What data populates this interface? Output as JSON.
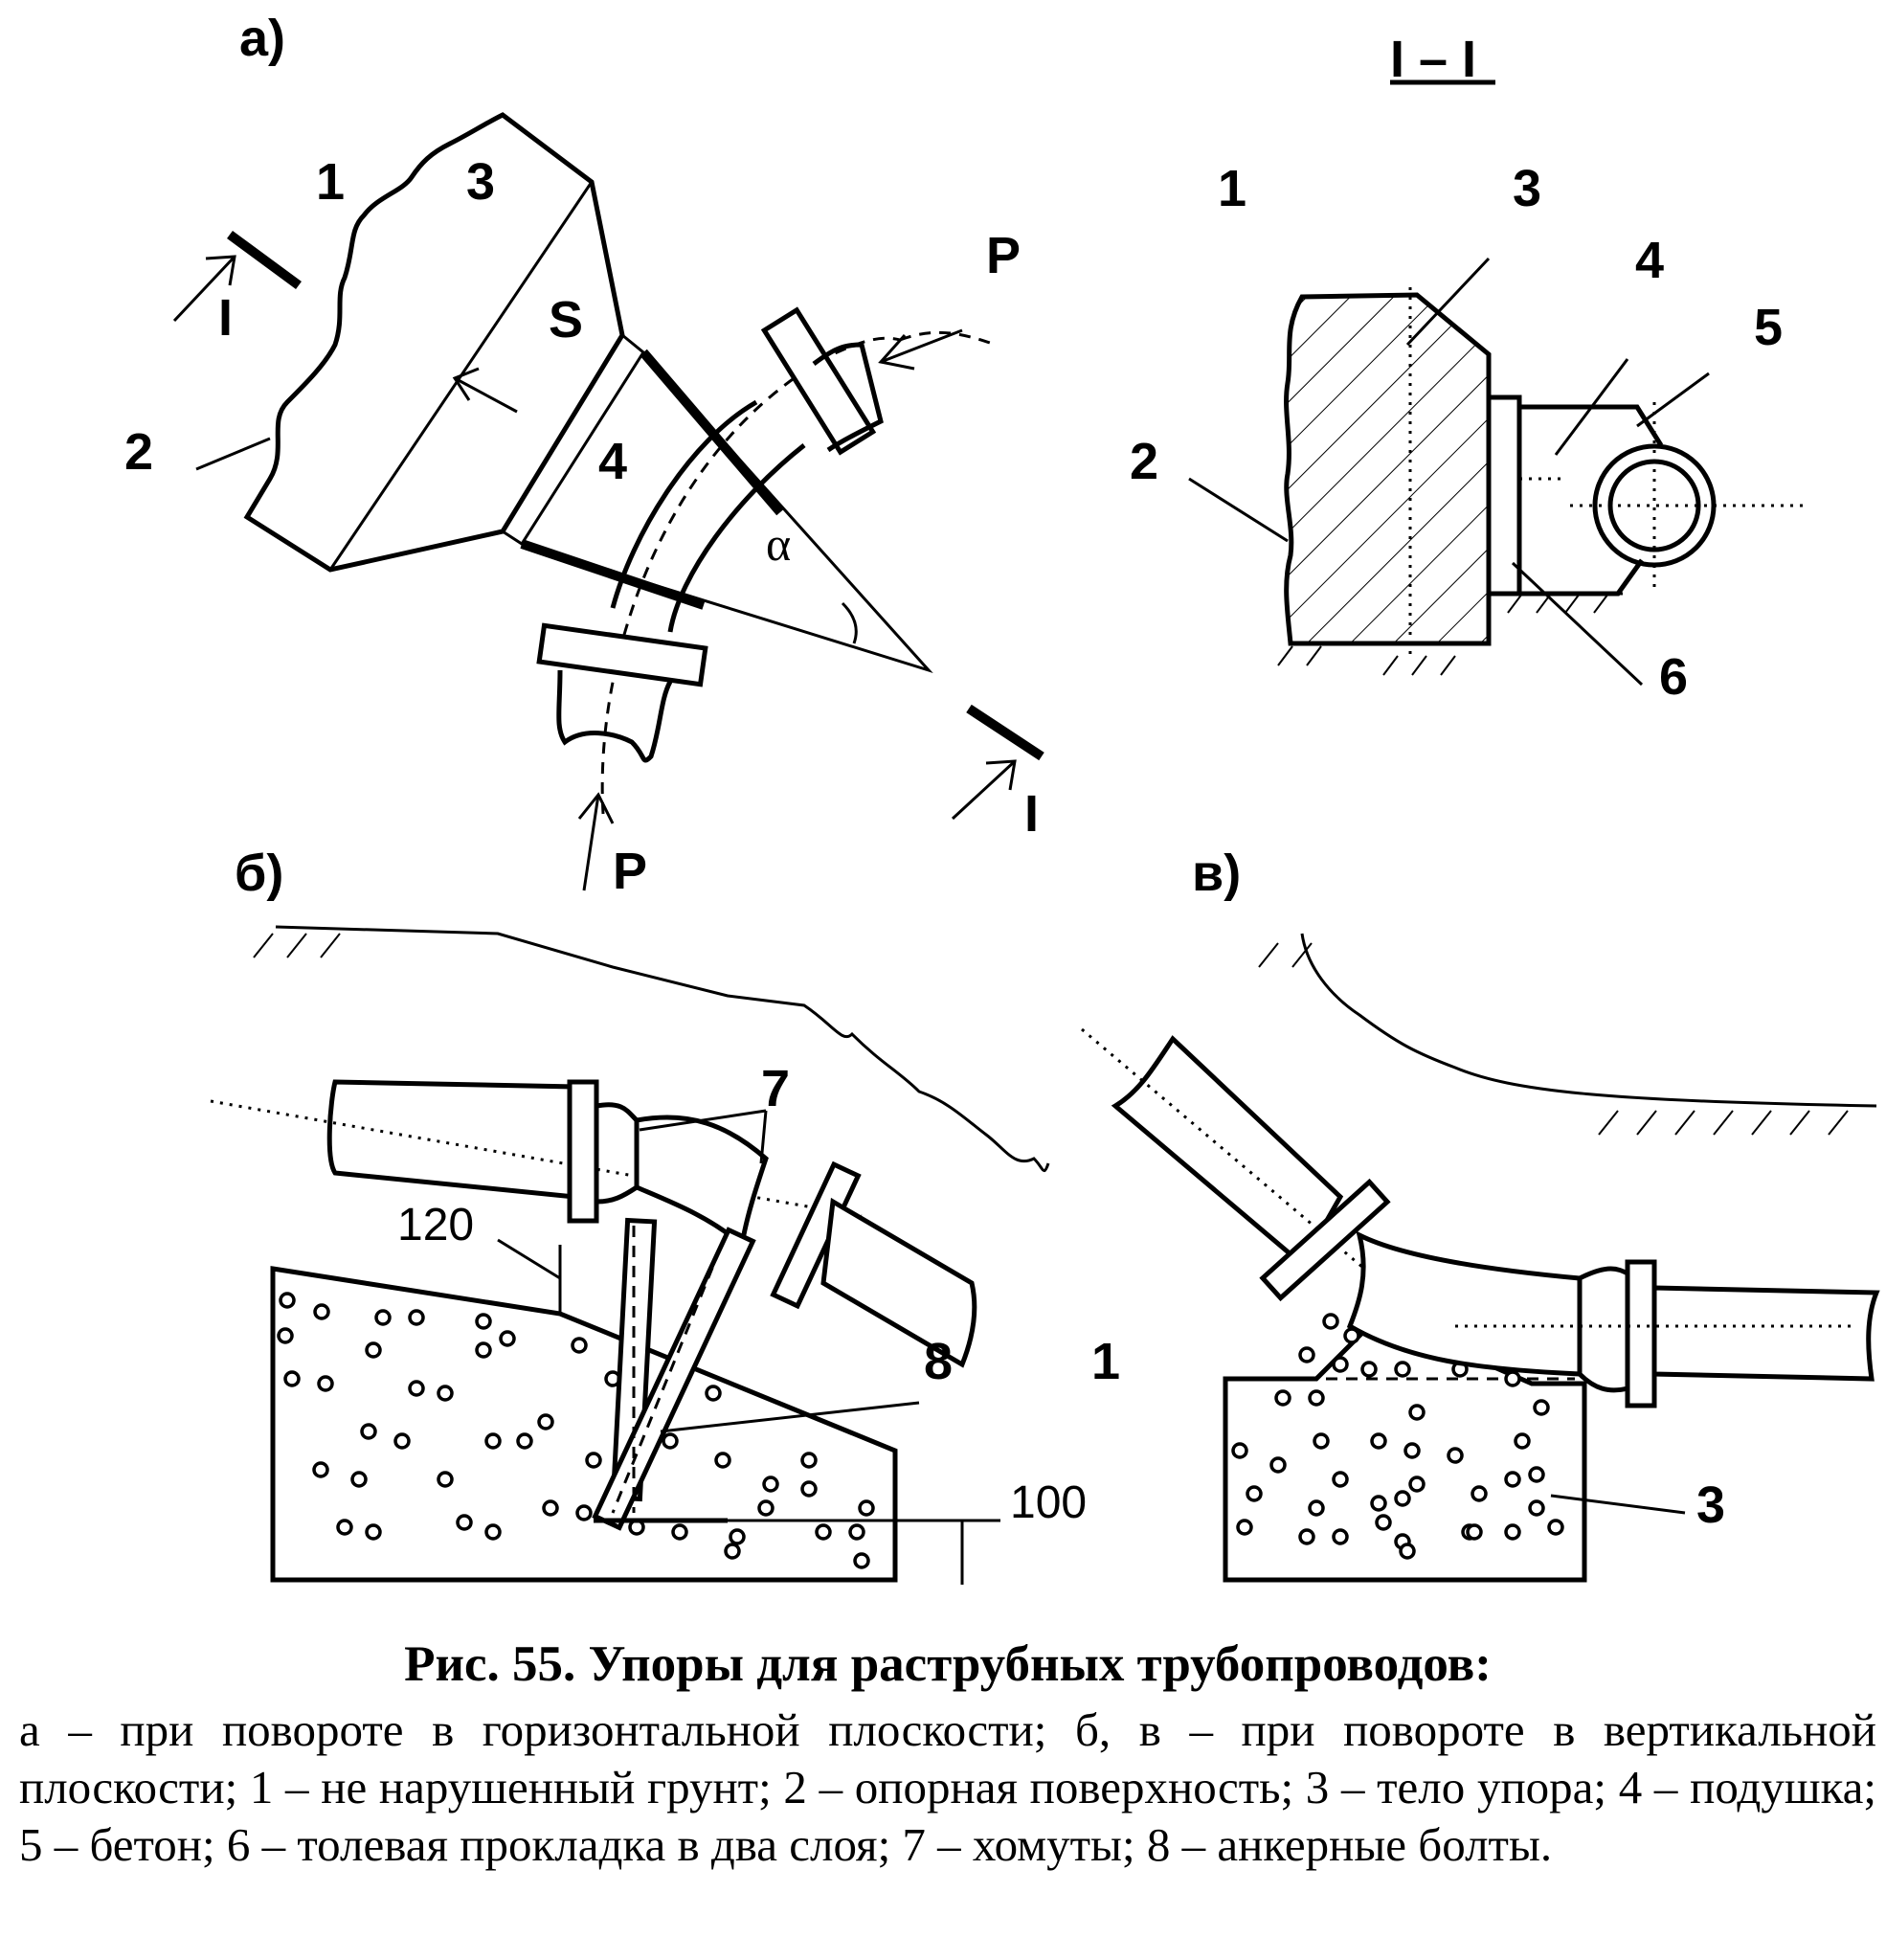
{
  "figure": {
    "view_a": {
      "title": "а)",
      "labels": {
        "n1": "1",
        "n2": "2",
        "n3": "3",
        "n4": "4",
        "S": "S",
        "P_top": "P",
        "P_bottom": "P",
        "alpha": "α",
        "sec_left": "I",
        "sec_right": "I"
      }
    },
    "section": {
      "title": "I – I",
      "labels": {
        "n1": "1",
        "n2": "2",
        "n3": "3",
        "n4": "4",
        "n5": "5",
        "n6": "6"
      }
    },
    "view_b": {
      "title": "б)",
      "labels": {
        "n7": "7",
        "n8": "8",
        "n1": "1",
        "dim_120": "120",
        "dim_100": "100"
      }
    },
    "view_v": {
      "title": "в)",
      "labels": {
        "n3": "3"
      }
    }
  },
  "caption": {
    "title": "Рис. 55. Упоры для раструбных трубопроводов:",
    "body": "а – при повороте в горизонтальной плоскости; б, в – при повороте в вертикальной плоскости; 1 – не нарушенный грунт; 2 – опорная поверхность; 3 – тело упора; 4 – подушка; 5 – бетон; 6 – толевая прокладка в два слоя; 7 – хомуты; 8 – анкерные болты."
  }
}
